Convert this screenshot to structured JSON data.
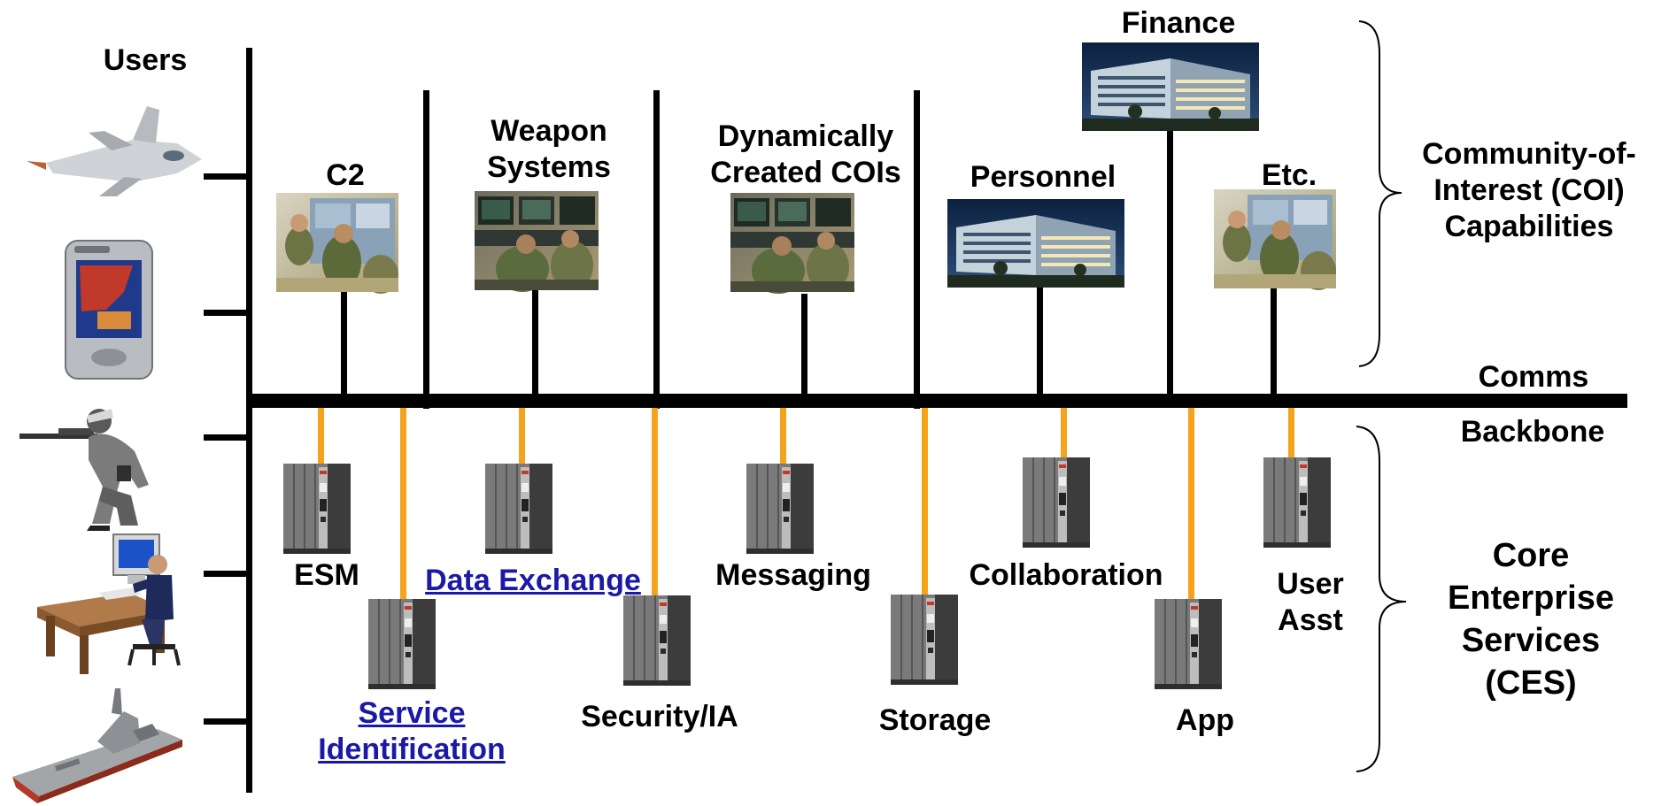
{
  "users_label": "Users",
  "coi": {
    "c2": "C2",
    "weapon_systems": "Weapon\nSystems",
    "dynamic_cois": "Dynamically\nCreated COIs",
    "personnel": "Personnel",
    "finance": "Finance",
    "etc": "Etc.",
    "brace_label": "Community-of-\nInterest (COI)\nCapabilities"
  },
  "backbone": {
    "comms": "Comms",
    "backbone": "Backbone"
  },
  "services": {
    "esm": "ESM",
    "data_exchange": "Data Exchange",
    "messaging": "Messaging",
    "collaboration": "Collaboration",
    "user_asst": "User\nAsst",
    "service_identification": "Service\nIdentification",
    "security_ia": "Security/IA",
    "storage": "Storage",
    "app": "App",
    "brace_label": "Core\nEnterprise\nServices\n(CES)"
  },
  "colors": {
    "line": "#000000",
    "service_link": "#f5a31a",
    "hyperlink": "#1a1aa6",
    "server_body": "#7a7a7a",
    "server_dark": "#3c3c3c"
  },
  "icons": {
    "users": [
      "fighter-jet-icon",
      "pda-icon",
      "soldier-icon",
      "desktop-user-icon",
      "warship-icon"
    ],
    "coi_images": [
      "operators-photo-icon",
      "control-room-photo-icon",
      "office-building-photo-icon"
    ],
    "service": "server-rack-icon"
  }
}
